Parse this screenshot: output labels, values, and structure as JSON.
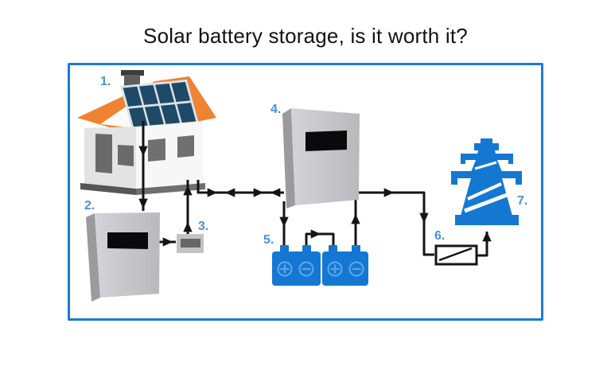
{
  "title": "Solar battery storage, is it worth it?",
  "diagram": {
    "labels": {
      "l1": "1.",
      "l2": "2.",
      "l3": "3.",
      "l4": "4.",
      "l5": "5.",
      "l6": "6.",
      "l7": "7."
    },
    "components": [
      {
        "label": "1.",
        "icon": "house-with-solar-panels-icon"
      },
      {
        "label": "2.",
        "icon": "solar-inverter-icon"
      },
      {
        "label": "3.",
        "icon": "generation-meter-icon"
      },
      {
        "label": "4.",
        "icon": "battery-inverter-icon"
      },
      {
        "label": "5.",
        "icon": "storage-batteries-icon"
      },
      {
        "label": "6.",
        "icon": "import-export-meter-icon"
      },
      {
        "label": "7.",
        "icon": "electricity-grid-pylon-icon"
      }
    ],
    "flows": [
      {
        "from": "1",
        "to": "2",
        "direction": "down"
      },
      {
        "from": "2",
        "to": "3",
        "direction": "right"
      },
      {
        "from": "3",
        "to": "1",
        "direction": "up"
      },
      {
        "from": "1",
        "to": "4",
        "direction": "both"
      },
      {
        "from": "4",
        "to": "5",
        "direction": "down"
      },
      {
        "from": "5",
        "to": "5",
        "direction": "right"
      },
      {
        "from": "5",
        "to": "4",
        "direction": "up"
      },
      {
        "from": "4",
        "to": "6",
        "direction": "right-down"
      },
      {
        "from": "6",
        "to": "7",
        "direction": "up"
      }
    ],
    "colors": {
      "frame_blue": "#1b7ad4",
      "label_blue": "#4a90d8",
      "device_blue": "#1478d2",
      "panel_navy": "#1e4a68",
      "roof_orange": "#ef8331",
      "wire_black": "#141414"
    }
  }
}
